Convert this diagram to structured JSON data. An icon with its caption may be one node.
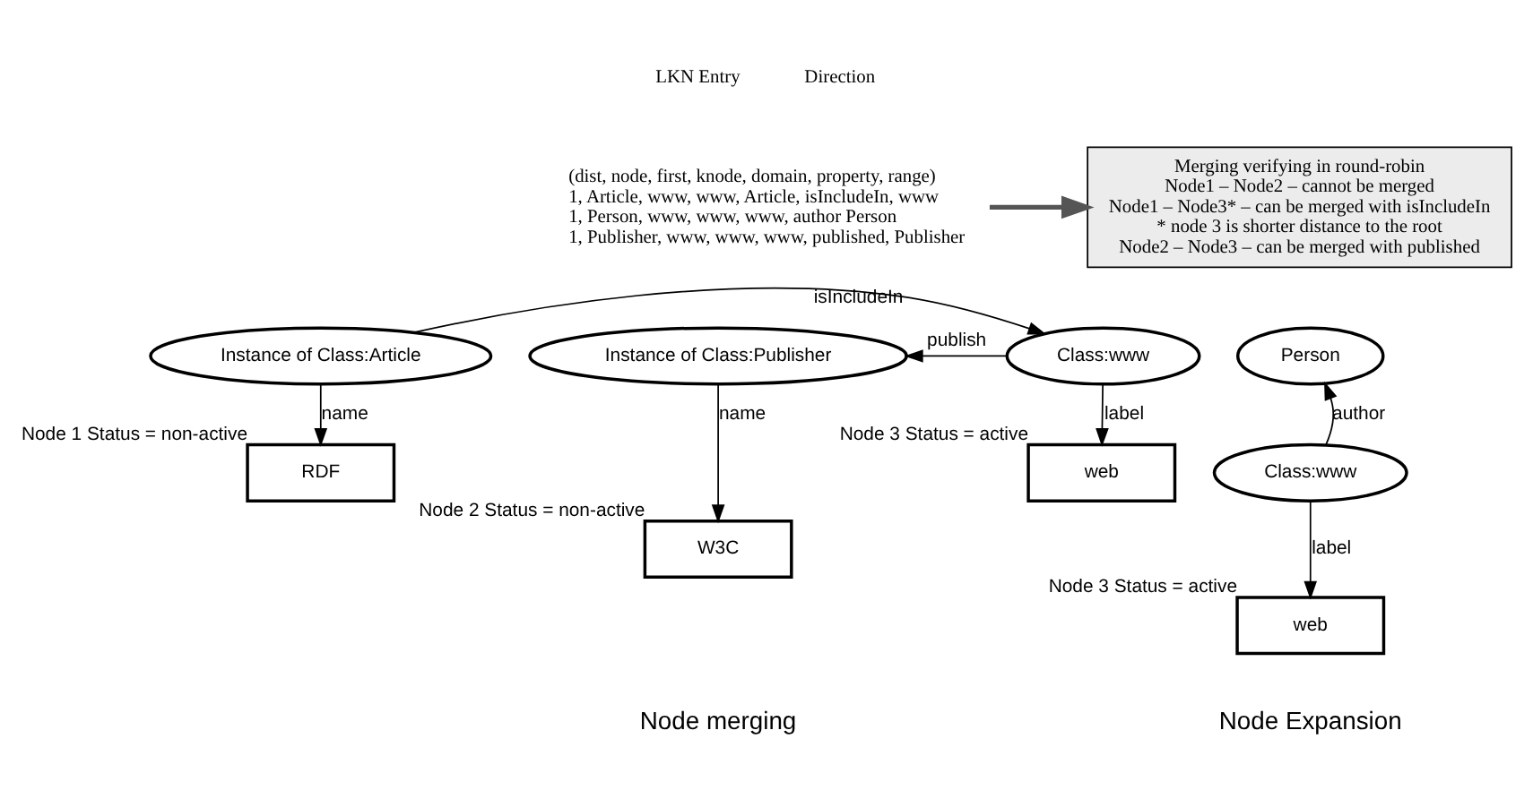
{
  "diagram": {
    "nodes": [
      {
        "text": [
          "(dist, node, first, knode, domain, property, range)",
          "1, Article, www, www, Article, isIncludeIn, www",
          "1, Person, www, www, www, author Person",
          "1, Publisher, www, www, www, published, Publisher"
        ]
      },
      {
        "text": [
          "Merging verifying in round-robin",
          "Node1 – Node2 – cannot be merged",
          "Node1 – Node3* – can be merged with isIncludeIn",
          "* node 3 is shorter distance to the root",
          "Node2 – Node3 – can be merged with published"
        ]
      },
      {
        "text": [
          "Instance of Class:Article"
        ]
      },
      {
        "text": [
          "Instance of Class:Publisher"
        ]
      },
      {
        "text": [
          "Class:www"
        ]
      },
      {
        "text": [
          "RDF"
        ],
        "beside": [
          "Node 1 Status = non-active"
        ]
      },
      {
        "text": [
          "W3C"
        ],
        "beside": [
          "Node 2 Status = non-active"
        ]
      },
      {
        "text": [
          "web"
        ],
        "beside": [
          "Node 3 Status = active"
        ]
      },
      {
        "text": [
          "Person"
        ]
      },
      {
        "text": [
          "Class:www"
        ]
      },
      {
        "text": [
          "web"
        ],
        "beside": [
          "Node 3 Status = active"
        ]
      }
    ],
    "edges": [
      {
        "from": 0,
        "to": 1,
        "arrow": "to",
        "style": "thick"
      },
      {
        "from": 2,
        "to": 4,
        "arrow": "to",
        "label": "isIncludeIn"
      },
      {
        "from": 4,
        "to": 3,
        "arrow": "to",
        "label": "publish"
      },
      {
        "from": 2,
        "to": 5,
        "arrow": "to",
        "label": "name"
      },
      {
        "from": 3,
        "to": 6,
        "arrow": "to",
        "label": "name"
      },
      {
        "from": 4,
        "to": 7,
        "arrow": "to",
        "label": "label"
      },
      {
        "from": 9,
        "to": 8,
        "arrow": "to",
        "label": "author"
      },
      {
        "from": 9,
        "to": 10,
        "arrow": "to",
        "label": "label"
      }
    ],
    "labels": [
      "LKN Entry",
      "Direction",
      "Node merging",
      "Node Expansion"
    ]
  }
}
